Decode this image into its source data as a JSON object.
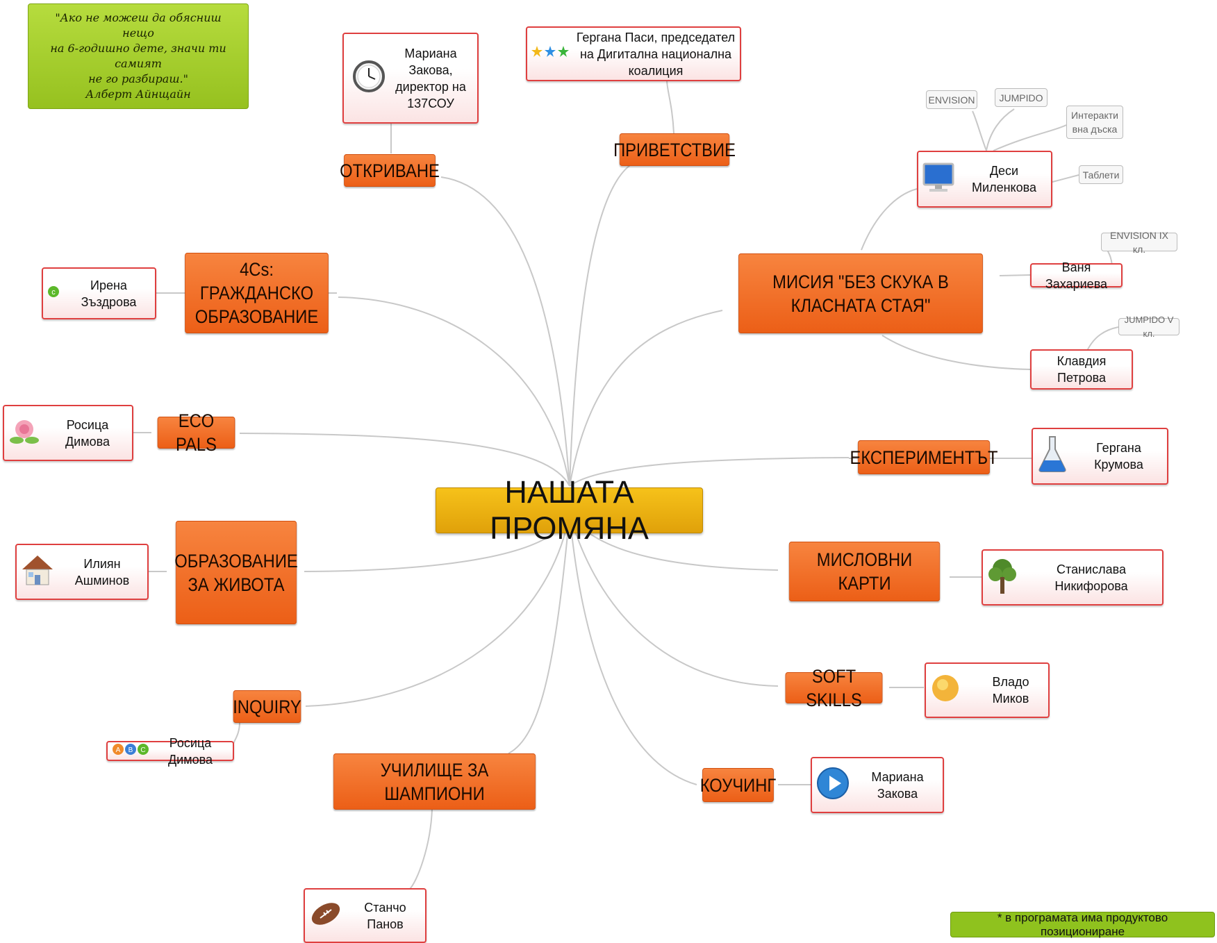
{
  "center": {
    "label": "НАШАТА ПРОМЯНА"
  },
  "quote": {
    "text": "\"Ако не можеш да обясниш нещо\nна 6-годишно дете, значи ти самият\nне го разбираш.\"\nАлберт Айнщайн"
  },
  "note": {
    "text": "* в програмата има продуктово позициониране"
  },
  "topics": {
    "otkrivane": "ОТКРИВАНЕ",
    "privetstvie": "ПРИВЕТСТВИЕ",
    "civic": "4Cs: ГРАЖДАНСКО ОБРАЗОВАНИЕ",
    "mission": "МИСИЯ \"БЕЗ СКУКА В КЛАСНАТА СТАЯ\"",
    "ecopals": "ECO PALS",
    "experiment": "ЕКСПЕРИМЕНТЪТ",
    "life": "ОБРАЗОВАНИЕ ЗА ЖИВОТА",
    "mindmaps": "МИСЛОВНИ КАРТИ",
    "softskills": "SOFT SKILLS",
    "inquiry": "INQUIRY",
    "coaching": "КОУЧИНГ",
    "champions": "УЧИЛИЩЕ ЗА ШАМПИОНИ"
  },
  "people": {
    "zakova_director": {
      "label": "Мариана Закова, директор на 137СОУ",
      "icon": "clock-icon"
    },
    "pasi": {
      "label": "Гергана  Паси, председател на Дигитална национална  коалиция",
      "icon": "stars-icon"
    },
    "milenkova": {
      "label": "Деси Миленкова",
      "icon": "monitor-icon"
    },
    "zahariева": {
      "label": "Ваня Захариева",
      "icon": ""
    },
    "petrova": {
      "label": "Клавдия Петрова",
      "icon": ""
    },
    "zazdrova": {
      "label": "Ирена Зъздрова",
      "icon": "c-badge-icon"
    },
    "dimova_eco": {
      "label": "Росица Димова",
      "icon": "flower-icon"
    },
    "krumova": {
      "label": "Гергана Крумова",
      "icon": "flask-icon"
    },
    "ashminov": {
      "label": "Илиян Ашминов",
      "icon": "house-icon"
    },
    "nikiforova": {
      "label": "Станислава Никифорова",
      "icon": "tree-icon"
    },
    "mikov": {
      "label": "Владо Миков",
      "icon": "sun-icon"
    },
    "dimova_inquiry": {
      "label": "Росица Димова",
      "icon": "abc-icon"
    },
    "zakova_coach": {
      "label": "Мариана Закова",
      "icon": "play-icon"
    },
    "panov": {
      "label": "Станчо Панов",
      "icon": "football-icon"
    }
  },
  "tags": {
    "envision": "ENVISION",
    "jumpido": "JUMPIDO",
    "board": "Интеракти вна дъска",
    "tablets": "Таблети",
    "envision9": "ENVISION IX кл.",
    "jumpido5": "JUMPIDO V кл."
  },
  "colors": {
    "topic": "#f06a24",
    "center": "#f0b511",
    "person_border": "#df3f3f",
    "quote": "#a5cf2f",
    "link": "#c8c8c8"
  }
}
